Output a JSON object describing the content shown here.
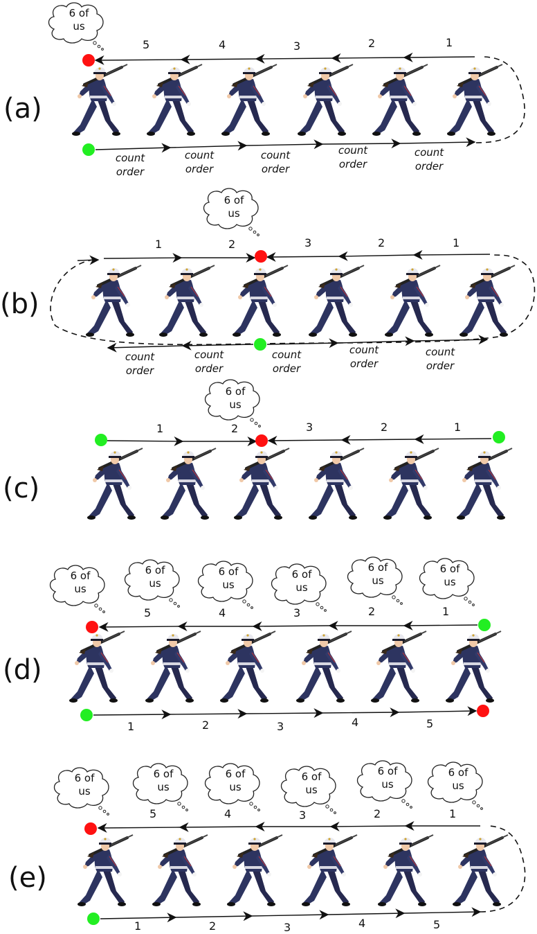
{
  "colors": {
    "start_node": "#22ee22",
    "end_node": "#ff1111",
    "soldier_uniform": "#2d3460",
    "soldier_skin": "#f0c9a8",
    "soldier_rifle": "#222222",
    "arrow": "#111111"
  },
  "icons": {
    "soldier": "marching-soldier-icon",
    "thought": "thought-bubble-icon"
  },
  "panels": [
    {
      "label": "(a)",
      "top_numbers": [
        "5",
        "4",
        "3",
        "2",
        "1"
      ],
      "bubble": "6 of us",
      "bottom_labels": [
        "count order",
        "count order",
        "count order",
        "count order",
        "count order"
      ]
    },
    {
      "label": "(b)",
      "top_numbers": [
        "1",
        "2",
        "3",
        "2",
        "1"
      ],
      "bubble": "6 of us",
      "bottom_labels": [
        "count order",
        "count order",
        "count order",
        "count order",
        "count order"
      ]
    },
    {
      "label": "(c)",
      "top_numbers": [
        "1",
        "2",
        "3",
        "2",
        "1"
      ],
      "bubble": "6 of us"
    },
    {
      "label": "(d)",
      "top_numbers": [
        "5",
        "4",
        "3",
        "2",
        "1"
      ],
      "bubbles": [
        "6 of us",
        "6 of us",
        "6 of us",
        "6 of us",
        "6 of us",
        "6 of us"
      ],
      "bottom_numbers": [
        "1",
        "2",
        "3",
        "4",
        "5"
      ]
    },
    {
      "label": "(e)",
      "top_numbers": [
        "5",
        "4",
        "3",
        "2",
        "1"
      ],
      "bubbles": [
        "6 of us",
        "6 of us",
        "6 of us",
        "6 of us",
        "6 of us",
        "6 of us"
      ],
      "bottom_numbers": [
        "1",
        "2",
        "3",
        "4",
        "5"
      ]
    }
  ]
}
